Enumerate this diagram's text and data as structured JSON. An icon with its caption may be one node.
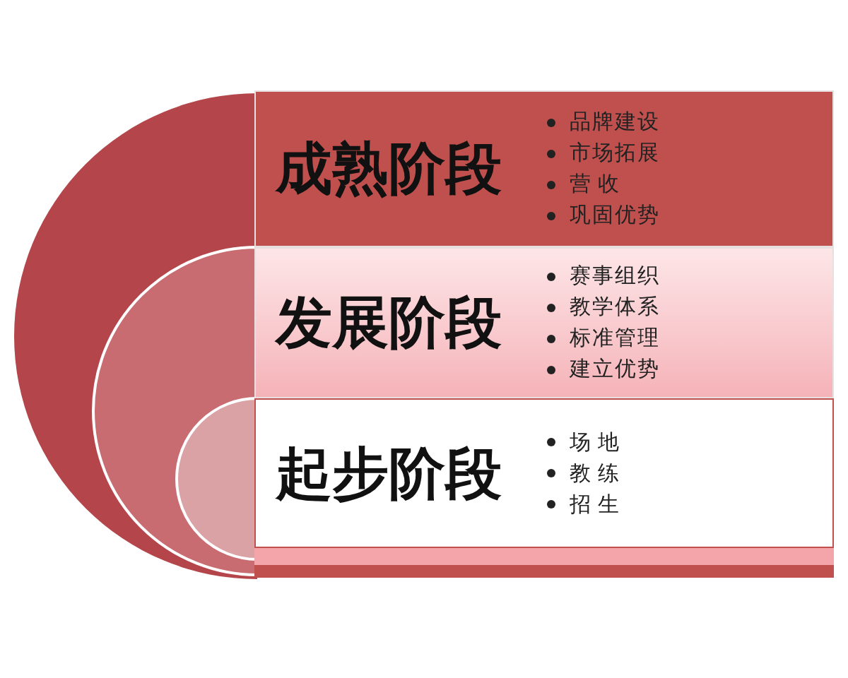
{
  "diagram": {
    "nodes": [
      {
        "text": [
          "成熟阶段",
          "品牌建设",
          "市场拓展",
          "营收",
          "巩固优势"
        ]
      },
      {
        "text": [
          "发展阶段",
          "赛事组织",
          "教学体系",
          "标准管理",
          "建立优势"
        ]
      },
      {
        "text": [
          "起步阶段",
          "场地",
          "教练",
          "招生"
        ]
      }
    ]
  }
}
